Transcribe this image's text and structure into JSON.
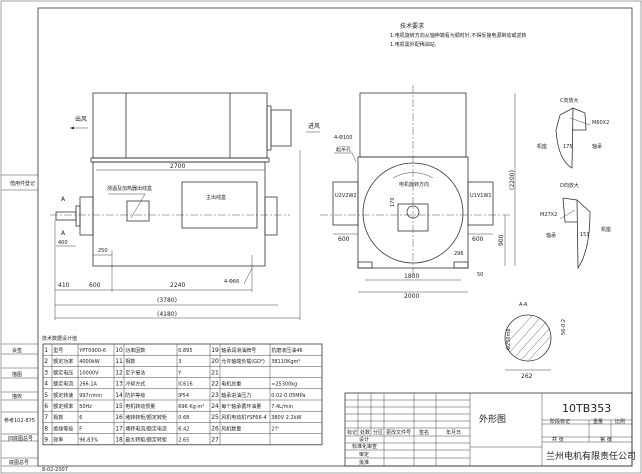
{
  "notes": {
    "title": "技术要求",
    "items": [
      "1.电机旋转方向从轴伸端看为顺时针,不得反接电源制动或逆转",
      "1.电机需外配稀油站."
    ]
  },
  "side_view": {
    "air_out": "出风",
    "air_in": "进风",
    "label_heater_box": "测温及加热器出线盒",
    "label_main_box": "主出线盒",
    "section_mark_top": "A",
    "section_mark_bottom": "A",
    "dims": {
      "d2700": "2700",
      "d400": "400",
      "d250": "250",
      "d410": "410",
      "d600": "600",
      "d2240": "2240",
      "holes": "4-Φ66",
      "d3780": "(3780)",
      "d4180": "(4180)"
    }
  },
  "front_view": {
    "lifting_holes": "4-Φ100",
    "lifting_label": "起吊孔",
    "rotation": "电机旋转方向",
    "terminal_left": "U2V2W2",
    "terminal_right": "U1V1W1",
    "dims": {
      "d600_left": "600",
      "d600_right": "600",
      "d1800": "1800",
      "d2000": "2000",
      "d900": "900",
      "d2200": "(2200)",
      "d50": "50",
      "d296": "296",
      "d170": "170"
    }
  },
  "detail_c": {
    "title": "C向放大",
    "bolt": "M60X2",
    "dim": "175",
    "label_left": "机座",
    "label_right": "轴承"
  },
  "detail_d": {
    "title": "D向放大",
    "bolt": "M27X2",
    "dim": "151",
    "label_left": "轴承",
    "label_right": "机座"
  },
  "section_aa": {
    "title": "A-A",
    "dia": "Φ250m6",
    "key": "56-0.2",
    "width": "262"
  },
  "left_strip": {
    "borrow": "借用件登记",
    "countersign": "会签",
    "trace": "描图",
    "check": "描校",
    "ref": "参考102-875",
    "old_base": "旧底图总号",
    "base": "底图总号"
  },
  "table": {
    "title": "技术数据设计值",
    "rows": [
      [
        "1",
        "型号",
        "YPT0900-6",
        "10",
        "功率因数",
        "0.895",
        "19",
        "轴承润滑油牌号",
        "抗磨液压油46"
      ],
      [
        "2",
        "额定功率",
        "4000kW",
        "11",
        "相数",
        "3",
        "20",
        "允许轴端负载(GD²)",
        "38110Kgm²"
      ],
      [
        "3",
        "额定电压",
        "10000V",
        "12",
        "定子接法",
        "Y",
        "21",
        "",
        ""
      ],
      [
        "4",
        "额定电流",
        "266.1A",
        "13",
        "冷却方式",
        "IC616",
        "22",
        "电机总重",
        "≈25300kg"
      ],
      [
        "5",
        "额定转速",
        "997r/min",
        "14",
        "防护等级",
        "IP54",
        "23",
        "轴承进油压力",
        "0.02-0.05MPa"
      ],
      [
        "6",
        "额定频率",
        "50Hz",
        "15",
        "电机转动惯量",
        "696 Kg·m²",
        "24",
        "每个轴承循环油量",
        "7.4L/min"
      ],
      [
        "7",
        "极数",
        "6",
        "16",
        "堵转转矩/额定转矩",
        "0.68",
        "25",
        "风机电动机YSF66-4",
        "380V 2.2kW"
      ],
      [
        "8",
        "绝缘等级",
        "F",
        "17",
        "堵转电流/额定电流",
        "6.42",
        "26",
        "风机数量",
        "2个"
      ],
      [
        "9",
        "效率",
        "96.83%",
        "18",
        "最大转矩/额定转矩",
        "2.65",
        "27",
        "",
        ""
      ]
    ]
  },
  "title_block": {
    "drawing_no": "10TB353",
    "drawing_name": "外形图",
    "company": "兰州电机有限责任公司",
    "stage": "阶段标记",
    "weight": "重量",
    "scale": "比例",
    "sheets": "共 张",
    "sheet": "第 张",
    "roles": [
      "设计",
      "标准化审查",
      "审定",
      "批准"
    ],
    "header_cols": [
      "标记",
      "处数",
      "分区",
      "更改文件号",
      "签名",
      "年月日"
    ]
  },
  "date": "8-02-2007"
}
